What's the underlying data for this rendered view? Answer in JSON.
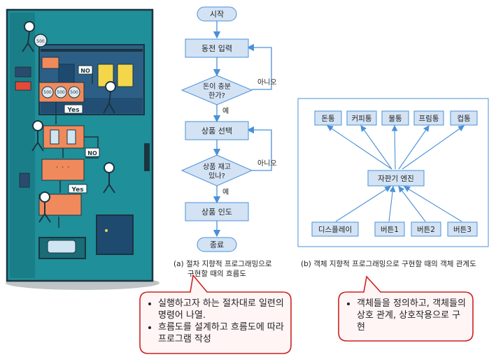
{
  "vending_illustration": {
    "coin_labels": [
      "500",
      "500",
      "500",
      "500"
    ],
    "yes_labels": [
      "Yes",
      "Yes"
    ],
    "no_labels": [
      "NO",
      "NO"
    ],
    "dots": "` ` `"
  },
  "flowchart": {
    "start": "시작",
    "coin_input": "동전 입력",
    "money_check_line1": "돈이 충분",
    "money_check_line2": "한가?",
    "yes1": "예",
    "no1": "아니오",
    "select": "상품 선택",
    "stock_check_line1": "상품 재고",
    "stock_check_line2": "있나?",
    "yes2": "예",
    "no2": "아니오",
    "deliver": "상품 인도",
    "end": "종료"
  },
  "object_diagram": {
    "top_objects": [
      "돈통",
      "커피통",
      "물통",
      "프림통",
      "컵통"
    ],
    "engine": "자판기 엔진",
    "bottom_objects": [
      "디스플레이",
      "버튼1",
      "버튼2",
      "버튼3"
    ]
  },
  "captions": {
    "a_line1": "(a) 절차 지향적 프로그래밍으로",
    "a_line2": "구현할 때의 흐름도",
    "b": "(b) 객체 지향적 프로그래밍으로 구현할 때의 객체 관계도"
  },
  "notes": {
    "left": [
      "실행하고자 하는 절차대로 일련의 명령어 나열.",
      "흐름도를 설계하고 흐름도에 따라 프로그램 작성"
    ],
    "right": [
      "객체들을 정의하고, 객체들의 상호 관계, 상호작용으로 구현"
    ]
  },
  "colors": {
    "flow_box": "#d3e3f4",
    "flow_line": "#4a90d9",
    "machine": "#1f8f9a",
    "orange": "#f08a5d",
    "callout_border": "#cc2222"
  }
}
